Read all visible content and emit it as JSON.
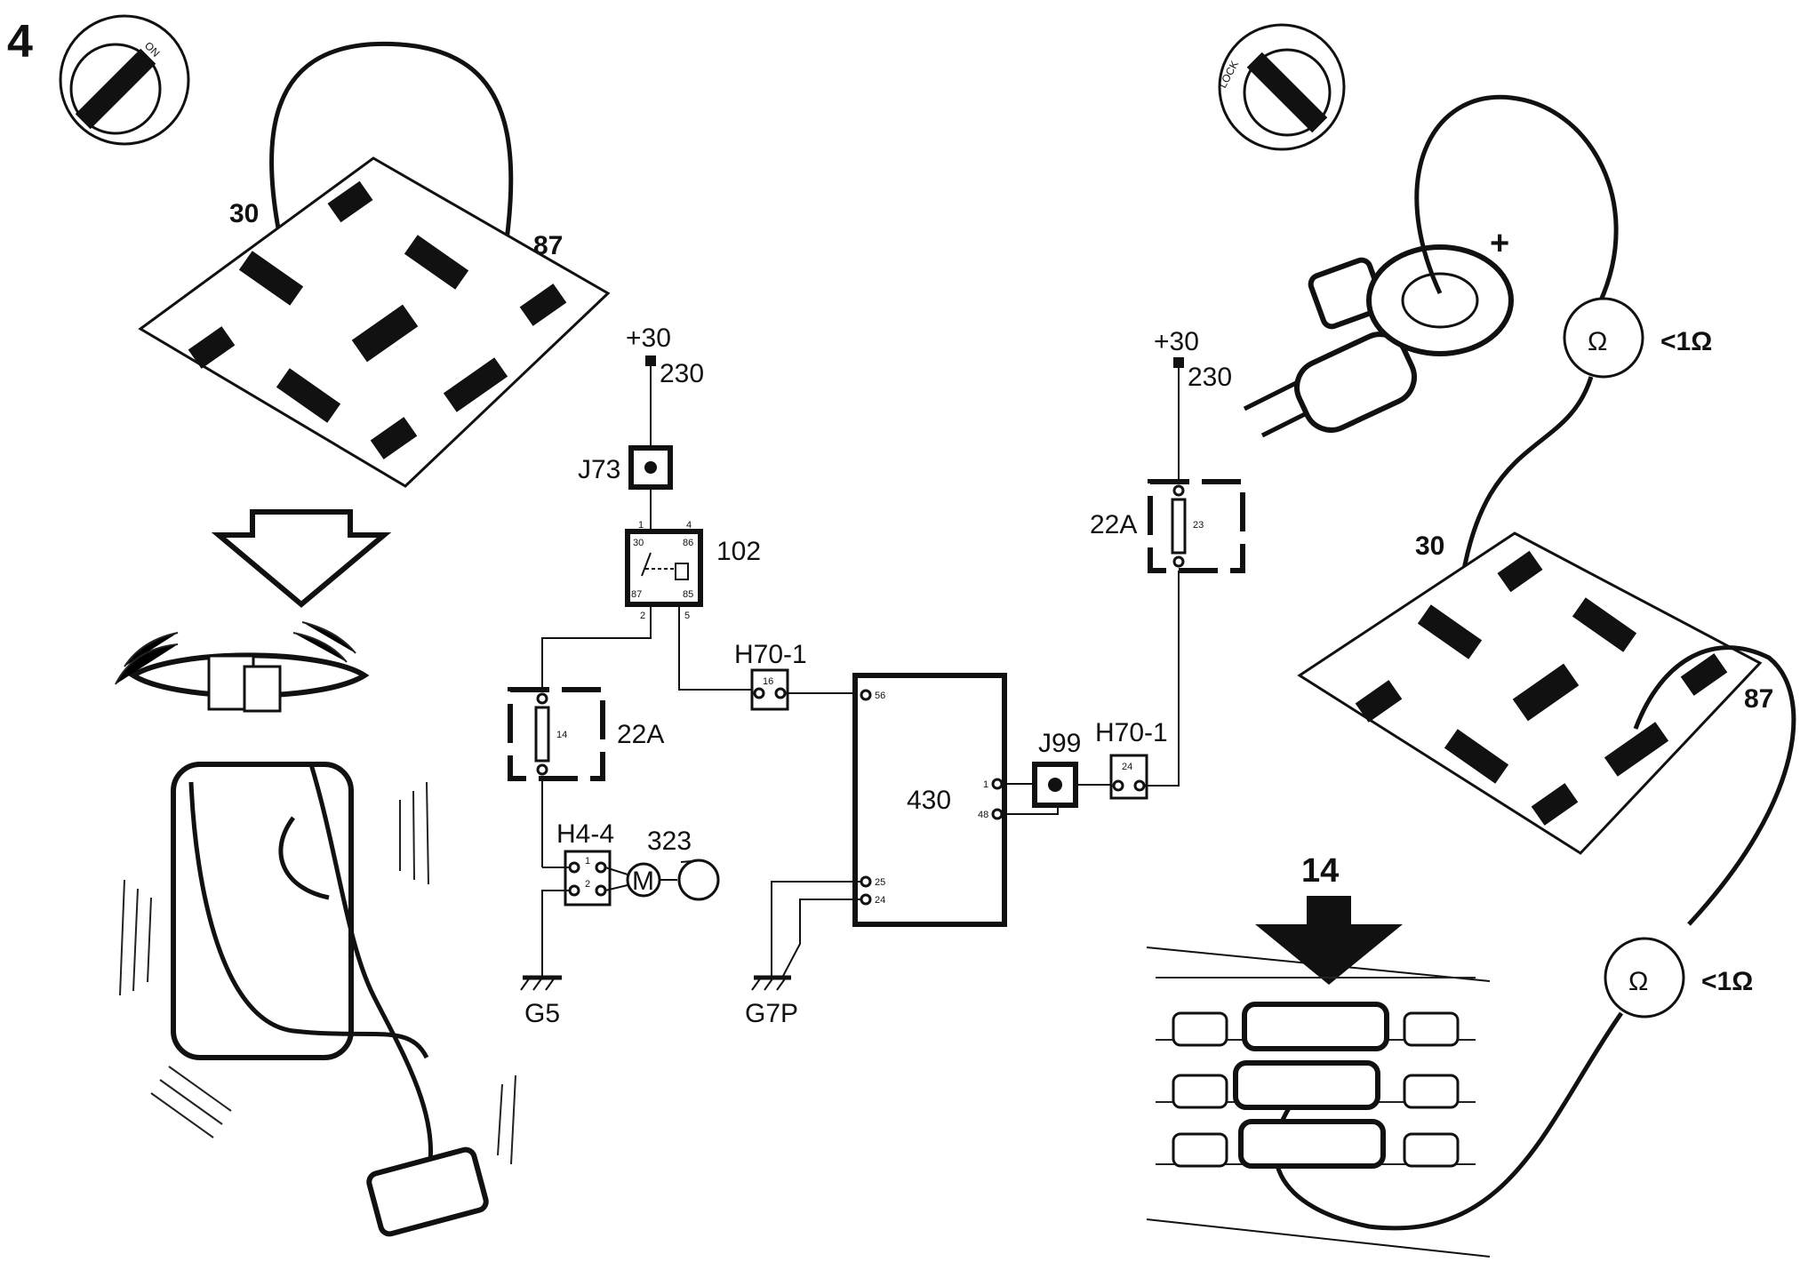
{
  "step_number": "4",
  "left": {
    "ignition_label": "ON",
    "relay_socket_labels": [
      "30",
      "87"
    ]
  },
  "right": {
    "ignition_label": "LOCK",
    "battery_symbol": "+",
    "ohm_symbol": "Ω",
    "ohm_readings": [
      "<1Ω",
      "<1Ω"
    ],
    "relay_socket_labels": [
      "30",
      "87"
    ],
    "fuse_box_label": "14"
  },
  "schematic": {
    "supply_left": {
      "label": "+30",
      "number": "230"
    },
    "supply_right": {
      "label": "+30",
      "number": "230"
    },
    "j73": "J73",
    "relay": {
      "id": "102",
      "pins": [
        "30",
        "86",
        "87",
        "85"
      ],
      "connector_pins": [
        "1",
        "4",
        "2",
        "5"
      ]
    },
    "fuse_left": {
      "label": "22A",
      "number": "14"
    },
    "fuse_right": {
      "label": "22A",
      "number": "23"
    },
    "connector_h70_left": {
      "label": "H70-1",
      "pin": "16"
    },
    "connector_h70_right": {
      "label": "H70-1",
      "pin": "24"
    },
    "ecu": {
      "id": "430",
      "pins": [
        "56",
        "1",
        "48",
        "25",
        "24"
      ]
    },
    "j99": "J99",
    "h4": {
      "label": "H4-4",
      "pins": [
        "1",
        "2"
      ]
    },
    "pump": {
      "id": "323",
      "motor": "M"
    },
    "ground_g5": "G5",
    "ground_g7p": "G7P"
  },
  "colors": {
    "ink": "#111111",
    "paper": "#ffffff"
  }
}
